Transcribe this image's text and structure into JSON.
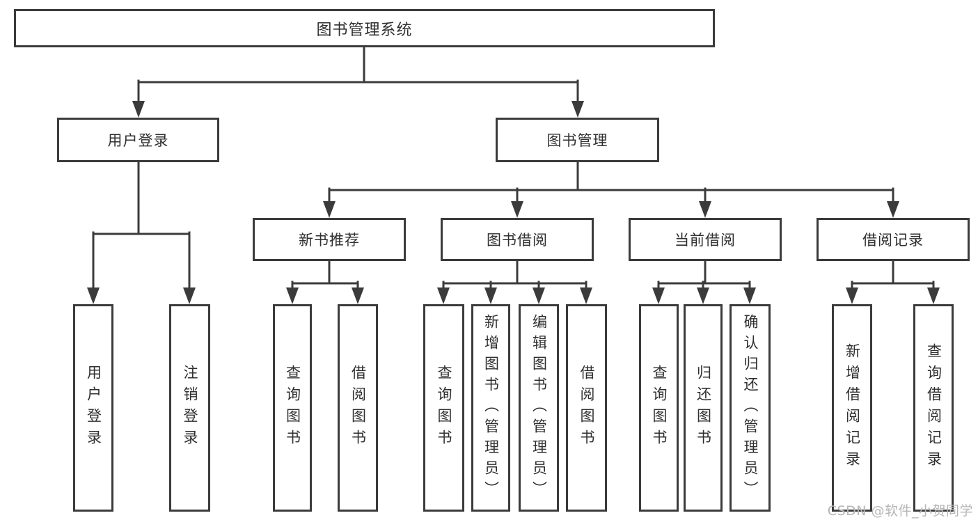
{
  "diagram_title": "图书管理系统",
  "tree": {
    "label": "图书管理系统",
    "children": [
      {
        "label": "用户登录",
        "children": [
          {
            "label": "用户登录"
          },
          {
            "label": "注销登录"
          }
        ]
      },
      {
        "label": "图书管理",
        "children": [
          {
            "label": "新书推荐",
            "children": [
              {
                "label": "查询图书"
              },
              {
                "label": "借阅图书"
              }
            ]
          },
          {
            "label": "图书借阅",
            "children": [
              {
                "label": "查询图书"
              },
              {
                "label": "新增图书（管理员）"
              },
              {
                "label": "编辑图书（管理员）"
              },
              {
                "label": "借阅图书"
              }
            ]
          },
          {
            "label": "当前借阅",
            "children": [
              {
                "label": "查询图书"
              },
              {
                "label": "归还图书"
              },
              {
                "label": "确认归还（管理员）"
              }
            ]
          },
          {
            "label": "借阅记录",
            "children": [
              {
                "label": "新增借阅记录"
              },
              {
                "label": "查询借阅记录"
              }
            ]
          }
        ]
      }
    ]
  },
  "watermark": {
    "text": "CSDN @软件_小贺同学"
  },
  "colors": {
    "line": "#3b3b3b",
    "box_border": "#3b3b3b",
    "text": "#2f2f2f",
    "watermark": "#b5b5b5",
    "background": "#ffffff"
  }
}
